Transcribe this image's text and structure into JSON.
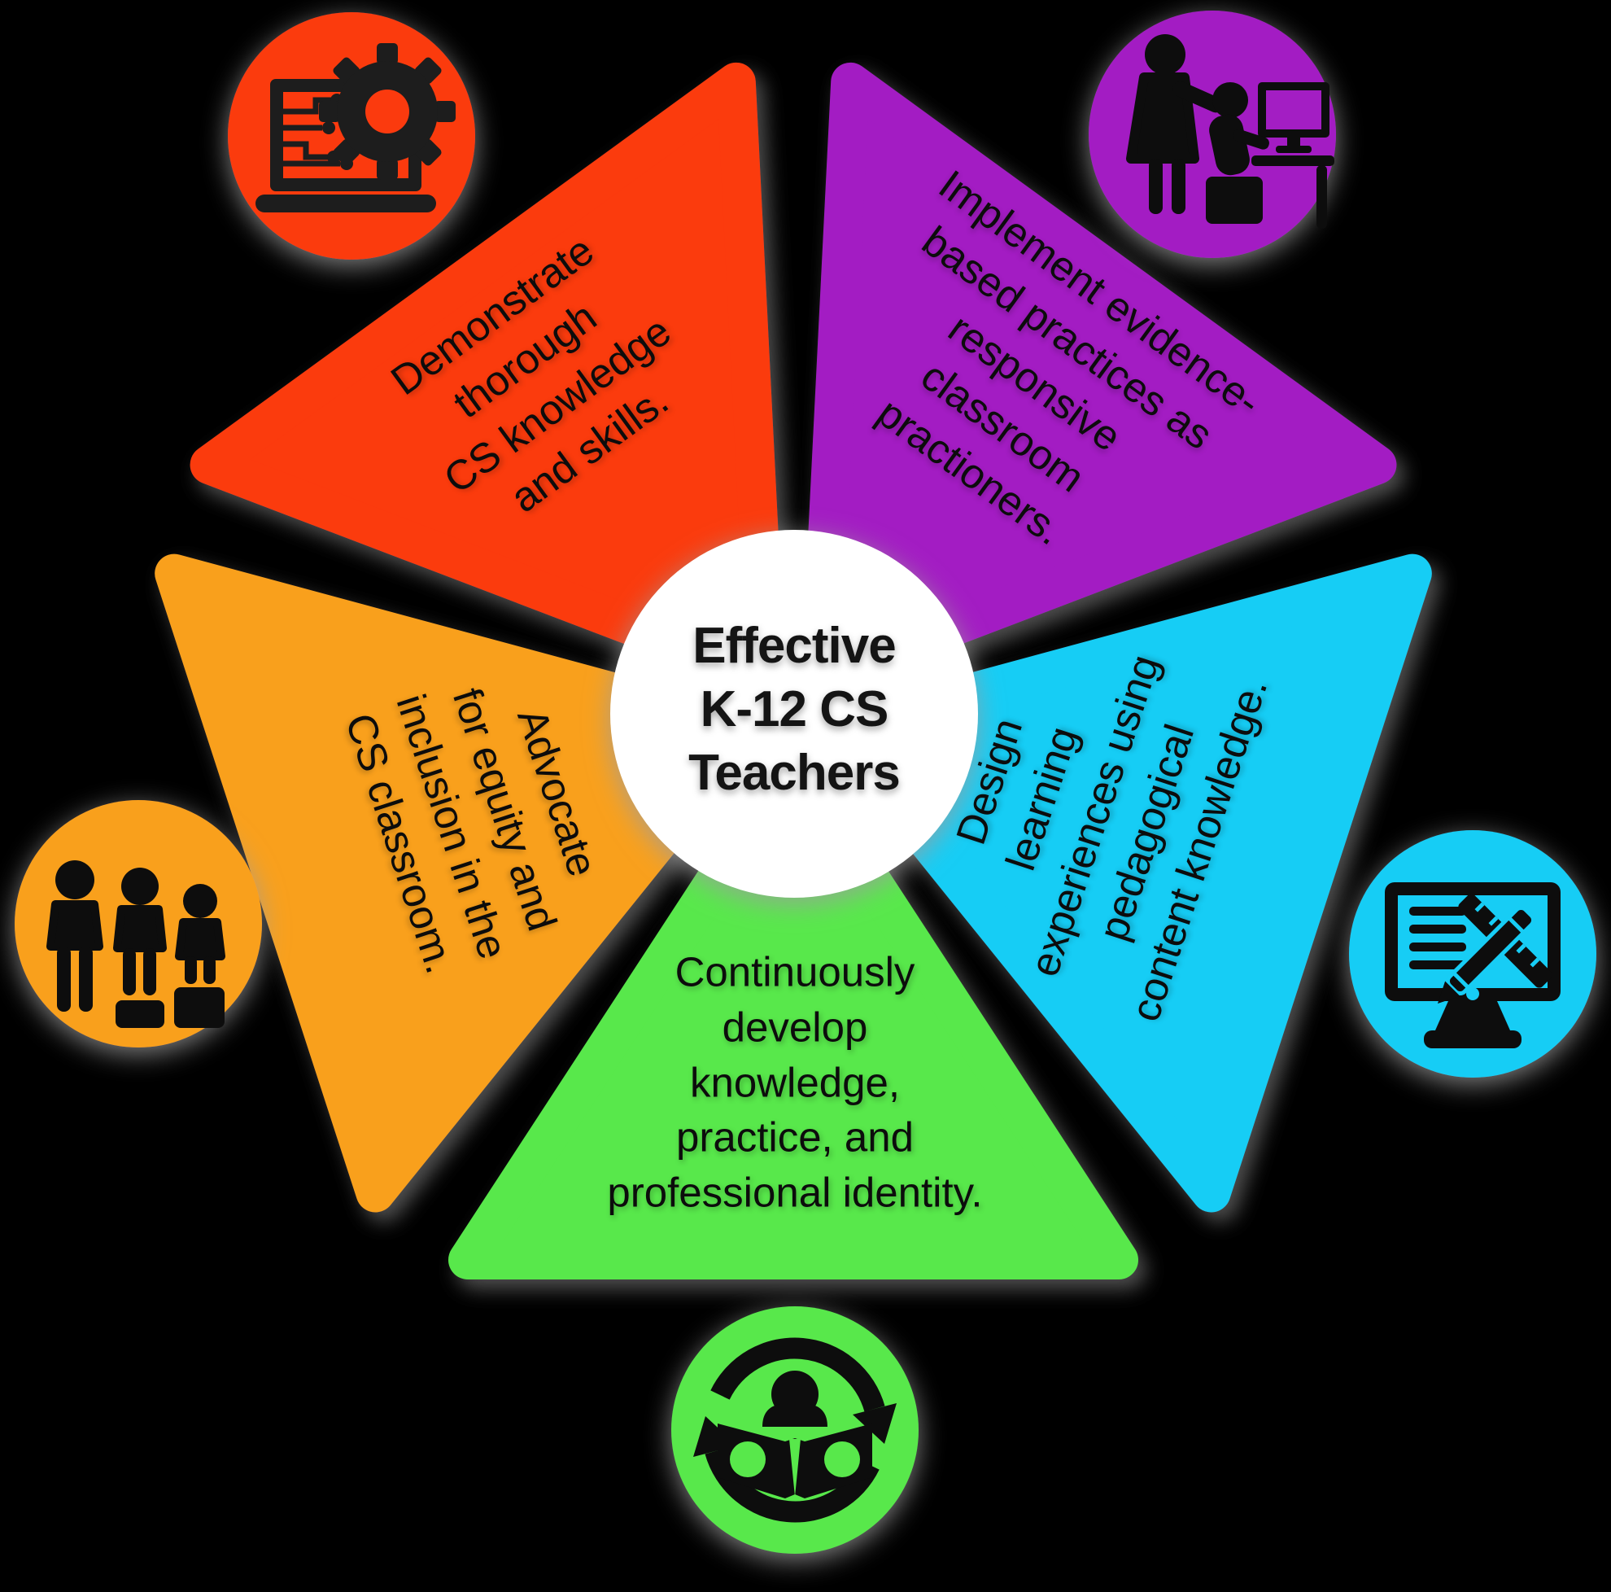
{
  "title": {
    "text_lines": [
      "Effective",
      "K-12 CS",
      "Teachers"
    ]
  },
  "colors": {
    "background": "#000000",
    "center_circle": "#ffffff",
    "text": "#0c0c0c",
    "red": "#FB3A0E",
    "purple": "#A31EC3",
    "cyan": "#17CDF5",
    "green": "#58E84B",
    "orange": "#F9A01C"
  },
  "segments": [
    {
      "id": "demonstrate",
      "color_key": "red",
      "icon": "laptop-circuit-gear-icon",
      "label_lines": [
        "Demonstrate",
        "thorough",
        "CS knowledge",
        "and skills."
      ]
    },
    {
      "id": "implement",
      "color_key": "purple",
      "icon": "teacher-student-computer-icon",
      "label_lines": [
        "Implement evidence-",
        "based practices as",
        "responsive",
        "classroom",
        "practioners."
      ]
    },
    {
      "id": "design",
      "color_key": "cyan",
      "icon": "monitor-pencil-ruler-icon",
      "label_lines": [
        "Design",
        "learning",
        "experiences using",
        "pedagogical",
        "content knowledge."
      ]
    },
    {
      "id": "develop",
      "color_key": "green",
      "icon": "reader-refresh-icon",
      "label_lines": [
        "Continuously",
        "develop",
        "knowledge,",
        "practice, and",
        "professional identity."
      ]
    },
    {
      "id": "advocate",
      "color_key": "orange",
      "icon": "equity-people-icon",
      "label_lines": [
        "Advocate",
        "for equity and",
        "inclusion in the",
        "CS classroom."
      ]
    }
  ]
}
